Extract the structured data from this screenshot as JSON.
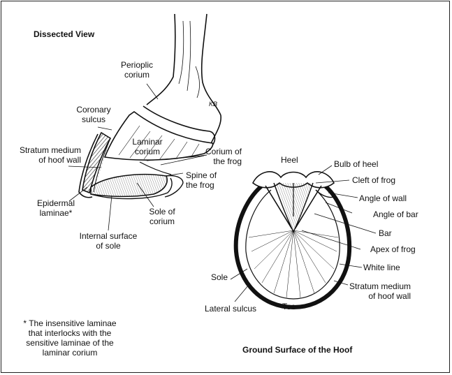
{
  "dissected_title": "Dissected View",
  "ground_title": "Ground Surface of the Hoof",
  "artist_signature": "KB",
  "dissected_labels": {
    "periople_corium": [
      "Perioplic",
      "corium"
    ],
    "coronary_sulcus": [
      "Coronary",
      "sulcus"
    ],
    "laminar_corium": [
      "Laminar",
      "corium"
    ],
    "stratum_medium": [
      "Stratum medium",
      "of hoof wall"
    ],
    "corium_of_frog": [
      "Corium of",
      "the frog"
    ],
    "spine_of_frog": [
      "Spine of",
      "the frog"
    ],
    "epidermal_laminae": [
      "Epidermal",
      "laminae*"
    ],
    "sole_of_corium": [
      "Sole of",
      "corium"
    ],
    "internal_surface": [
      "Internal surface",
      "of sole"
    ]
  },
  "ground_labels": {
    "heel": "Heel",
    "bulb_of_heel": "Bulb of heel",
    "cleft_of_frog": "Cleft of frog",
    "angle_of_wall": "Angle of wall",
    "angle_of_bar": "Angle of bar",
    "bar": "Bar",
    "apex_of_frog": "Apex of frog",
    "white_line": "White line",
    "stratum_medium": [
      "Stratum medium",
      "of hoof wall"
    ],
    "sole": "Sole",
    "lateral_sulcus": "Lateral sulcus",
    "toe": "Toe"
  },
  "footnote": [
    "* The insensitive laminae",
    "that interlocks with the",
    "sensitive laminae of the",
    "laminar corium"
  ]
}
